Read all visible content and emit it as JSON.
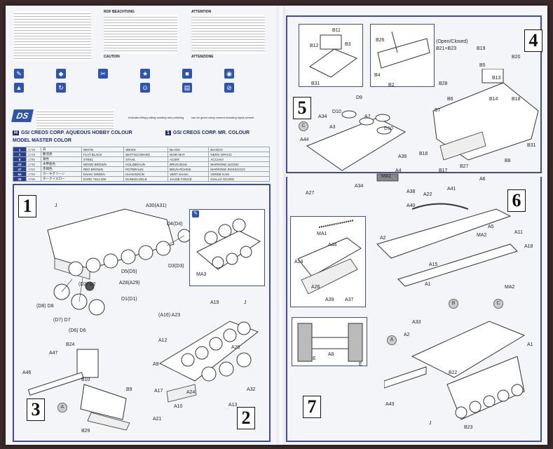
{
  "header": {
    "col1_title": "",
    "col2_title": "ROF BEACHTUNG",
    "col2_sub": "CAUTION",
    "col3_title": "ATTENTION",
    "col3_sub": "ATTENZIONE",
    "brand_note": "GSI CREOS CORP. AQUEOUS HOBBY COLOUR",
    "brand_note2": "GSI CREOS CORP. MR. COLOUR",
    "model_master": "MODEL MASTER COLOR",
    "tip1": "Indicates filling putting sanding and polishing",
    "tip2": "can be glued using cement including liquid cement"
  },
  "color_table": [
    {
      "code": "1",
      "num": "1749",
      "en": "WHITE",
      "de": "WEISS",
      "fr": "BLANC",
      "it": "BIANCO",
      "jp": "白"
    },
    {
      "code": "2",
      "num": "1749",
      "en": "FLAT BLACK",
      "de": "MATTSCHWARZ",
      "fr": "NOIR MAT",
      "it": "NERO OPACO",
      "jp": "艶消黒"
    },
    {
      "code": "8",
      "num": "1780",
      "en": "STEEL",
      "de": "STAHL",
      "fr": "ACIER",
      "it": "ACCIAIO",
      "jp": "鉄色"
    },
    {
      "code": "43",
      "num": "1730",
      "en": "WOOD BROWN",
      "de": "HOLZBRAUN",
      "fr": "BRUN BOIS",
      "it": "MARRONE LEGNO",
      "jp": "木甲板色"
    },
    {
      "code": "47",
      "num": "1782",
      "en": "RED BROWN",
      "de": "ROTBRAUN",
      "fr": "BRUN ROUGE",
      "it": "MARRONE ROSSICCIO",
      "jp": "赤褐色"
    },
    {
      "code": "54",
      "num": "1790",
      "en": "KHAKI GREEN",
      "de": "KHAKIGRÜN",
      "fr": "VERT KHAKI",
      "it": "VERDE KAKI",
      "jp": "カーキグリーン"
    },
    {
      "code": "39",
      "num": "1786",
      "en": "DARK YELLOW",
      "de": "DUNKELGELB",
      "fr": "JAUNE FONCÉ",
      "it": "GIALLO SCURO",
      "jp": "ダークイエロー"
    }
  ],
  "steps": {
    "s1": "1",
    "s2": "2",
    "s3": "3",
    "s4": "4",
    "s5": "5",
    "s6": "6",
    "s7": "7"
  },
  "step1_labels": [
    "J",
    "A30(A31)",
    "D4(D4)",
    "D3(D3)",
    "D5(D5)",
    "A28(A29)",
    "D1(D1)",
    "(D2) D2",
    "(D8) D8",
    "(D7) D7",
    "(D6) D6"
  ],
  "step2_labels": [
    "MA3",
    "A19",
    "(A16) A23",
    "A12",
    "A20",
    "A32",
    "A13",
    "A24",
    "A17",
    "A10",
    "A21",
    "J",
    "A9"
  ],
  "step3_labels": [
    "B24",
    "A47",
    "A46",
    "B10",
    "B9",
    "B29"
  ],
  "step4_labels": [
    "B11",
    "B12",
    "B3",
    "B26",
    "B31",
    "B4",
    "B2",
    "(Open/Closed)",
    "B21+B23",
    "B19",
    "B5",
    "B20",
    "B13",
    "B28",
    "B6",
    "B14",
    "B7",
    "B18",
    "B31",
    "B16",
    "B17",
    "B27",
    "B8"
  ],
  "step5_labels": [
    "D9",
    "D10",
    "A34",
    "A3",
    "A7",
    "A44",
    "D10",
    "A36",
    "A27",
    "A34",
    "A4",
    "MA1",
    "A38",
    "A40"
  ],
  "step6_labels": [
    "A41",
    "A22",
    "A6",
    "A2",
    "MA2",
    "A5",
    "A11",
    "A18",
    "A15",
    "A1",
    "MA2",
    "MA1",
    "A44",
    "A14",
    "A26",
    "A39",
    "A37"
  ],
  "step7_labels": [
    "A8",
    "E",
    "E",
    "A33",
    "A2",
    "A1",
    "A43",
    "B22",
    "J",
    "B23"
  ],
  "colors": {
    "accent": "#3d4ea0",
    "paper": "#f4f5f8",
    "background": "#3a2a2a"
  }
}
